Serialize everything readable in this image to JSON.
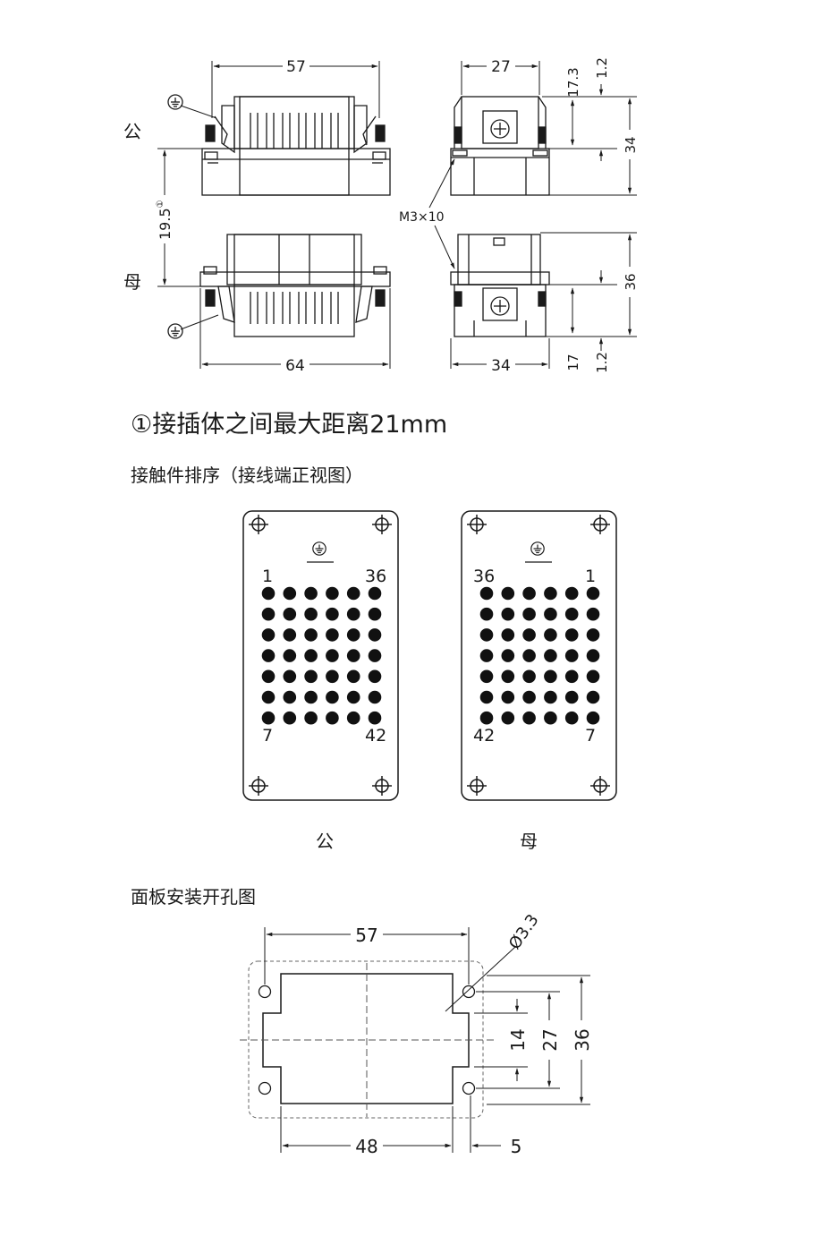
{
  "labels": {
    "male": "公",
    "female": "母",
    "note": "①接插体之间最大距离21mm",
    "contact_order": "接触件排序（接线端正视图）",
    "panel_cutout": "面板安装开孔图"
  },
  "dims_top": {
    "male_width": "57",
    "female_width": "64",
    "male_side_width": "27",
    "female_side_width": "34",
    "gap": "19.5",
    "gap_sup": "①",
    "male_h1": "17.3",
    "male_h2": "1.2",
    "male_h3": "34",
    "female_h1": "36",
    "female_h2": "17",
    "female_h3": "1.2",
    "screw": "M3×10"
  },
  "contacts": {
    "male": {
      "top_left": "1",
      "top_right": "36",
      "bottom_left": "7",
      "bottom_right": "42"
    },
    "female": {
      "top_left": "36",
      "top_right": "1",
      "bottom_left": "42",
      "bottom_right": "7"
    },
    "rows": 7,
    "cols": 6
  },
  "cutout": {
    "width_top": "57",
    "hole_dia": "Ø3.3",
    "h1": "14",
    "h2": "27",
    "h3": "36",
    "width_bottom": "48",
    "side": "5"
  }
}
